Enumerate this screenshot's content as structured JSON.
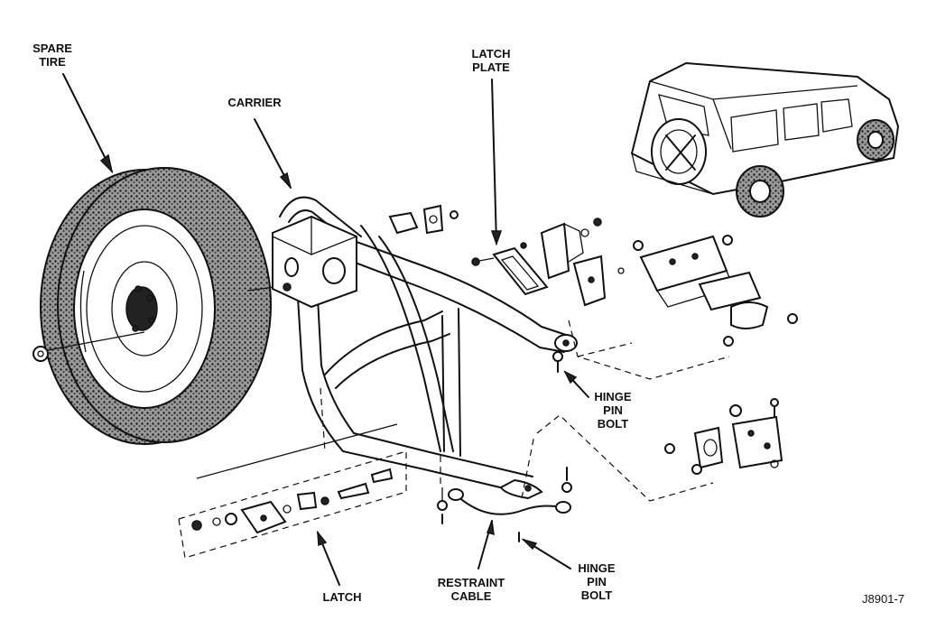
{
  "labels": {
    "spare_tire": [
      "SPARE",
      "TIRE"
    ],
    "carrier": "CARRIER",
    "latch_plate": [
      "LATCH",
      "PLATE"
    ],
    "hinge_pin_bolt_upper": [
      "HINGE",
      "PIN",
      "BOLT"
    ],
    "hinge_pin_bolt_lower": [
      "HINGE",
      "PIN",
      "BOLT"
    ],
    "restraint_cable": [
      "RESTRAINT",
      "CABLE"
    ],
    "latch": "LATCH"
  },
  "figure_id": "J8901-7"
}
